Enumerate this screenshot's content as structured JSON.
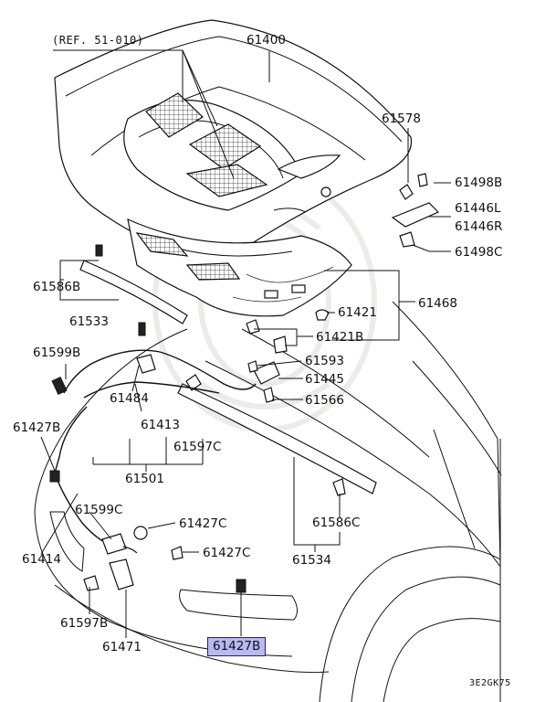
{
  "diagram": {
    "reference_note": "(REF. 51-010)",
    "figure_code": "3E2GK75",
    "highlighted_part": "61427B",
    "highlight_color": "#b7b9ef",
    "highlight_border_color": "#1b1f86",
    "callouts": {
      "p61400": "61400",
      "p61578": "61578",
      "p61498B": "61498B",
      "p61446L": "61446L",
      "p61446R": "61446R",
      "p61498C": "61498C",
      "p61586B": "61586B",
      "p61533": "61533",
      "p61468": "61468",
      "p61421": "61421",
      "p61421B": "61421B",
      "p61599B": "61599B",
      "p61593": "61593",
      "p61484": "61484",
      "p61445": "61445",
      "p61566": "61566",
      "p61413": "61413",
      "p61427B_left": "61427B",
      "p61597C": "61597C",
      "p61501": "61501",
      "p61599C": "61599C",
      "p61427C_a": "61427C",
      "p61427C_b": "61427C",
      "p61414": "61414",
      "p61586C": "61586C",
      "p61534": "61534",
      "p61597B": "61597B",
      "p61471": "61471",
      "p61427B_main": "61427B"
    }
  }
}
